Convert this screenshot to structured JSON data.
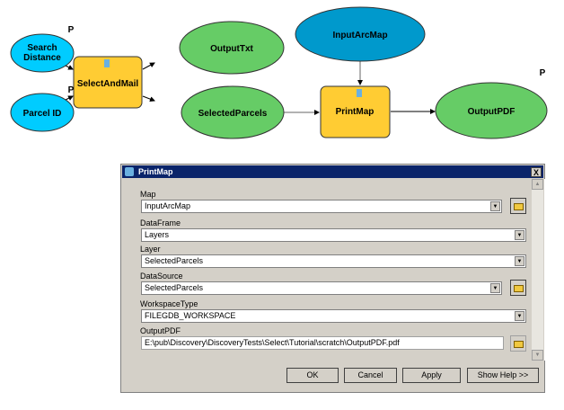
{
  "diagram": {
    "nodes": {
      "search_distance": [
        "Search",
        "Distance"
      ],
      "parcel_id": "Parcel ID",
      "select_and_mail": "SelectAndMail",
      "output_txt": "OutputTxt",
      "selected_parcels": "SelectedParcels",
      "input_arc_map": "InputArcMap",
      "print_map": "PrintMap",
      "output_pdf": "OutputPDF"
    },
    "param_marker": "P",
    "colors": {
      "input": "#00ccff",
      "tool": "#ffcc33",
      "output": "#66cc66",
      "data": "#0099cc"
    }
  },
  "dialog": {
    "title": "PrintMap",
    "close_label": "X",
    "fields": [
      {
        "label": "Map",
        "value": "InputArcMap"
      },
      {
        "label": "DataFrame",
        "value": "Layers"
      },
      {
        "label": "Layer",
        "value": "SelectedParcels"
      },
      {
        "label": "DataSource",
        "value": "SelectedParcels"
      },
      {
        "label": "WorkspaceType",
        "value": "FILEGDB_WORKSPACE"
      },
      {
        "label": "OutputPDF",
        "value": "E:\\pub\\Discovery\\DiscoveryTests\\Select\\Tutorial\\scratch\\OutputPDF.pdf"
      }
    ],
    "buttons": {
      "ok": "OK",
      "cancel": "Cancel",
      "apply": "Apply",
      "help": "Show Help >>"
    }
  }
}
